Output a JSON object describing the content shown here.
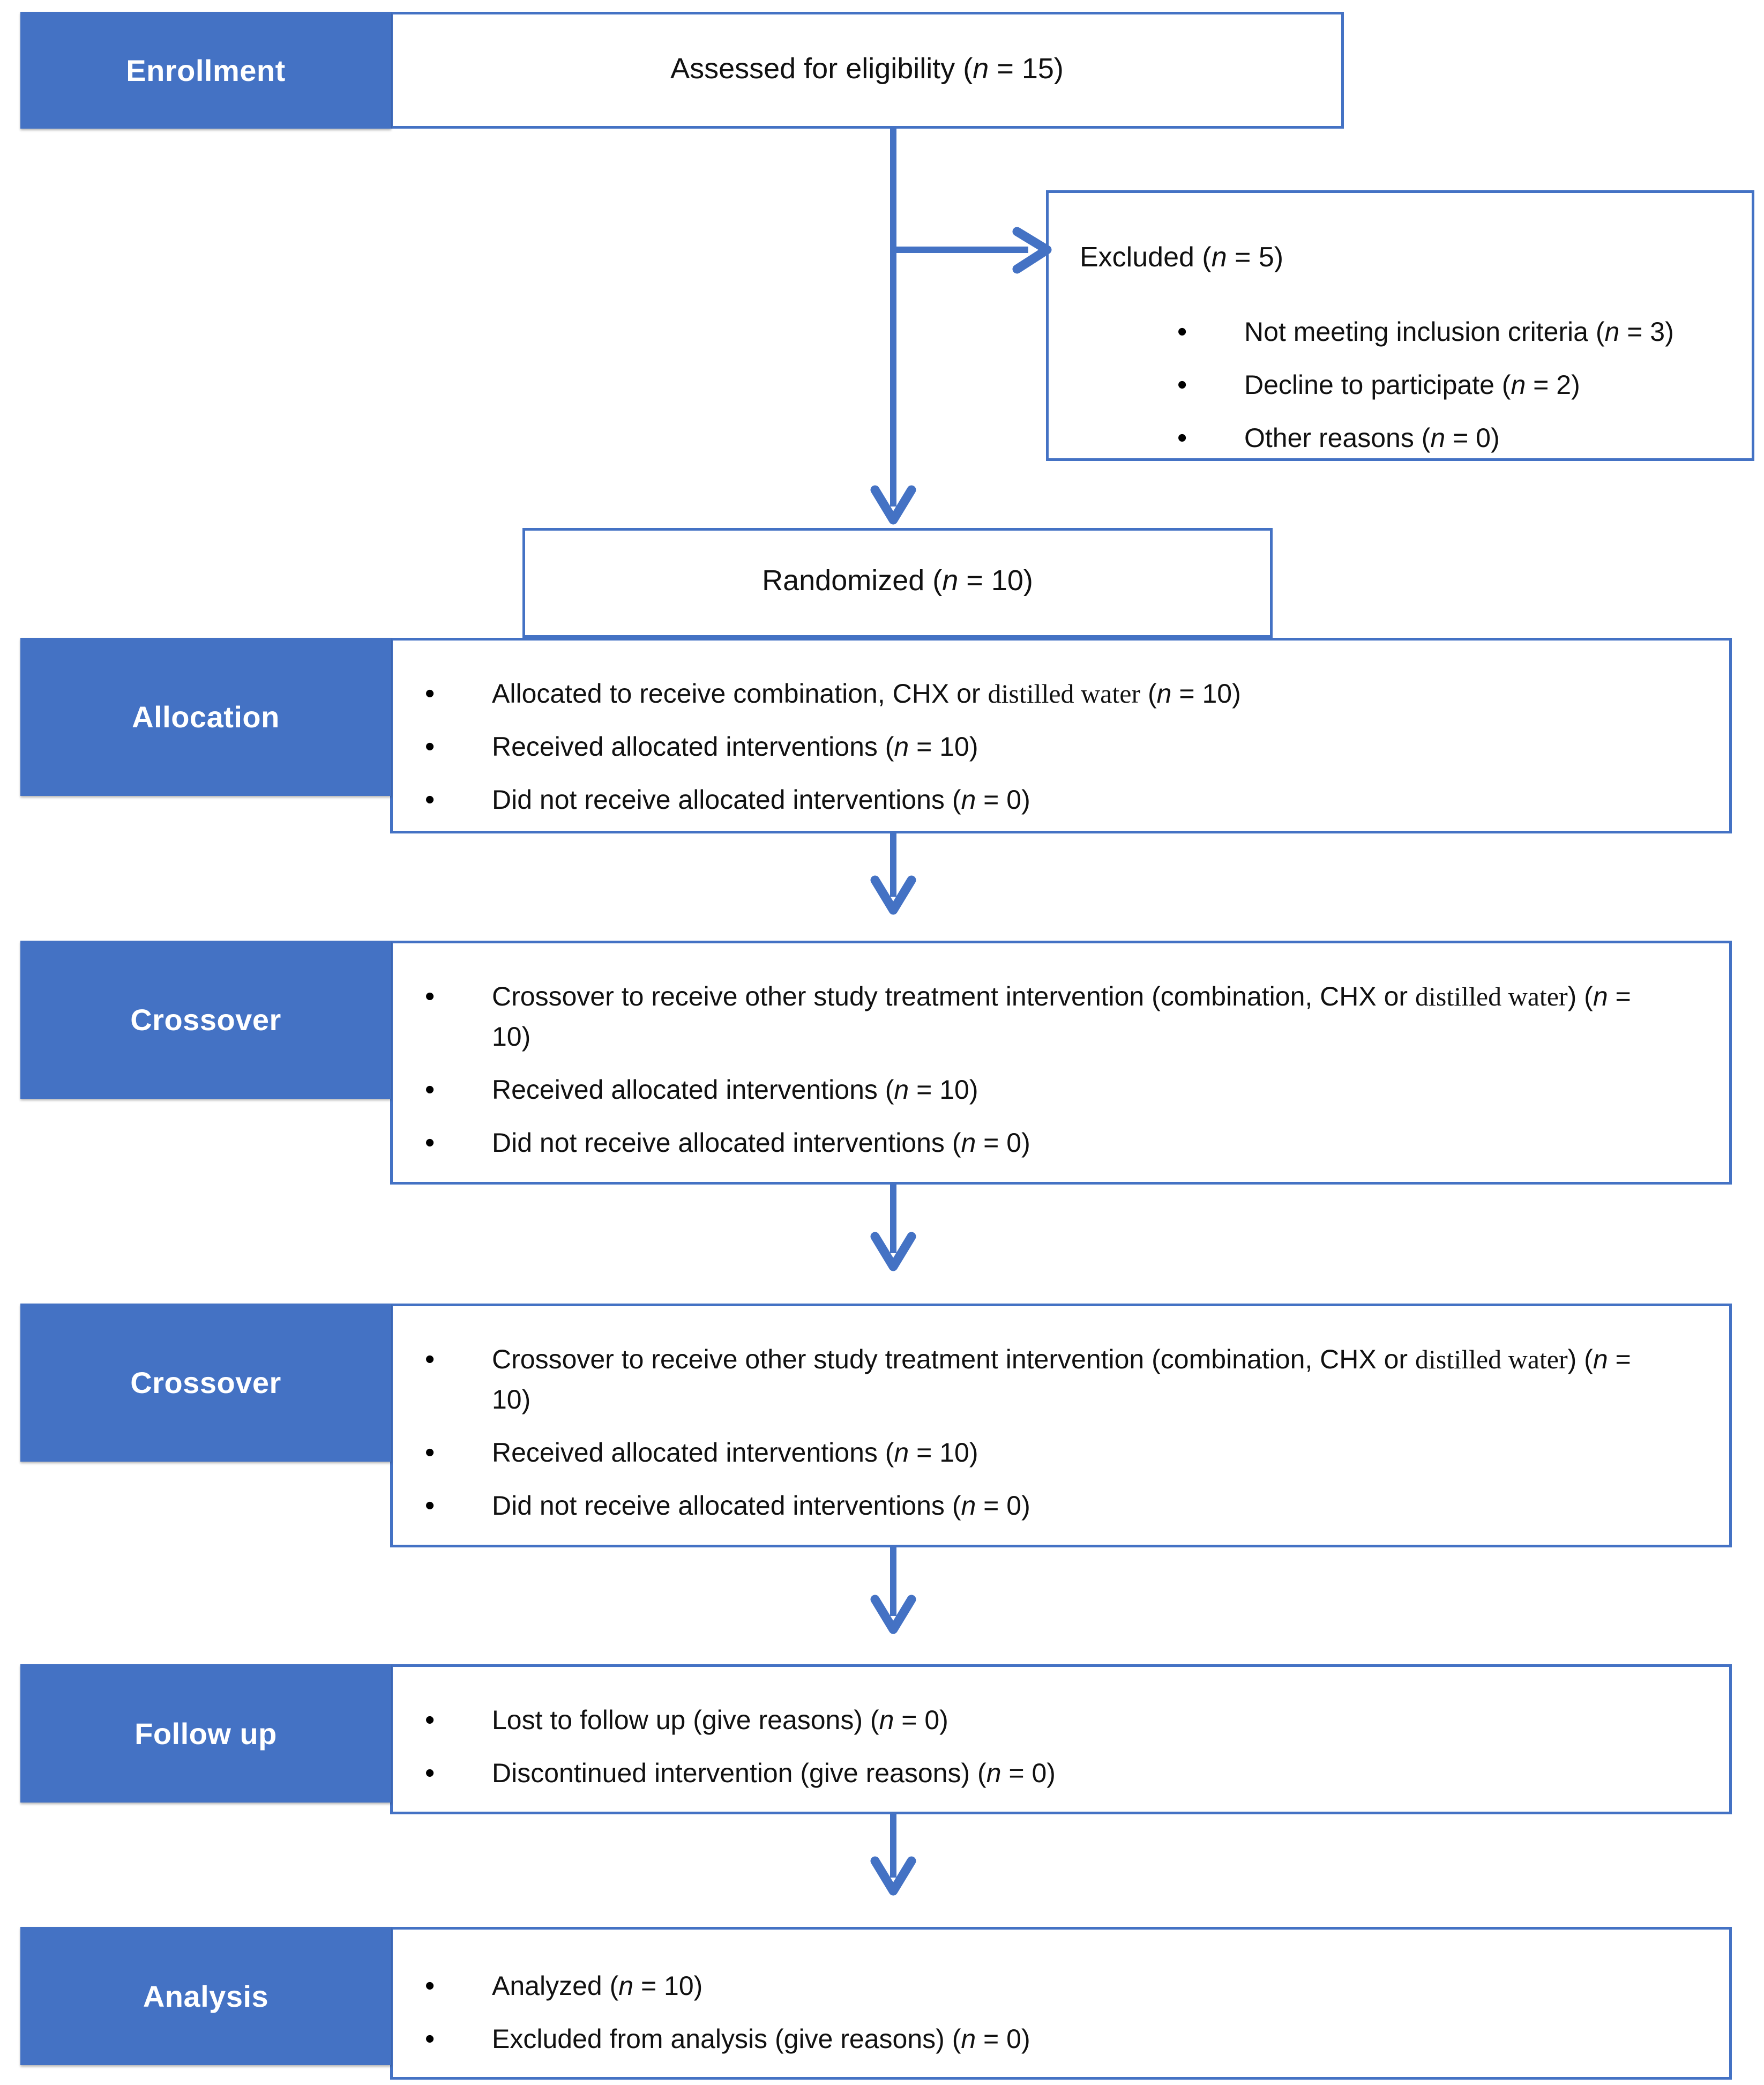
{
  "diagram": {
    "title": "CONSORT participant flow diagram",
    "accent_color": "#4472C4",
    "text_color": "#111111"
  },
  "stages": {
    "enrollment": {
      "label": "Enrollment",
      "assessed": "Assessed for eligibility (n = 15)",
      "assessed_prefix": "Assessed for eligibility (",
      "assessed_n": "n",
      "assessed_suffix": " = 15)"
    },
    "excluded": {
      "heading_prefix": "Excluded (",
      "heading_n": "n",
      "heading_suffix": " = 5)",
      "items": [
        {
          "text_prefix": "Not meeting inclusion criteria (",
          "n": "n",
          "text_suffix": " = 3)"
        },
        {
          "text_prefix": "Decline to participate (",
          "n": "n",
          "text_suffix": " = 2)"
        },
        {
          "text_prefix": "Other reasons (",
          "n": "n",
          "text_suffix": " = 0)"
        }
      ]
    },
    "randomized": {
      "prefix": "Randomized (",
      "n": "n",
      "suffix": " = 10)"
    },
    "allocation": {
      "label": "Allocation",
      "items": [
        {
          "pre": "Allocated to receive combination, CHX or ",
          "serif": "distilled water",
          "post": " (",
          "n": "n",
          "tail": " = 10)"
        },
        {
          "pre": "Received allocated interventions (",
          "serif": "",
          "post": "",
          "n": "n",
          "tail": " = 10)"
        },
        {
          "pre": "Did not receive allocated interventions (",
          "serif": "",
          "post": "",
          "n": "n",
          "tail": " = 0)"
        }
      ]
    },
    "crossover_1": {
      "label": "Crossover",
      "items": [
        {
          "pre": "Crossover to receive other study treatment intervention (combination, CHX or ",
          "serif": "distilled water",
          "post": ") (",
          "n": "n",
          "tail": " = 10)"
        },
        {
          "pre": "Received allocated interventions (",
          "serif": "",
          "post": "",
          "n": "n",
          "tail": " = 10)"
        },
        {
          "pre": "Did not receive allocated interventions (",
          "serif": "",
          "post": "",
          "n": "n",
          "tail": " = 0)"
        }
      ]
    },
    "crossover_2": {
      "label": "Crossover",
      "items": [
        {
          "pre": "Crossover to receive other study treatment intervention (combination, CHX or ",
          "serif": "distilled water",
          "post": ") (",
          "n": "n",
          "tail": " = 10)"
        },
        {
          "pre": "Received allocated interventions (",
          "serif": "",
          "post": "",
          "n": "n",
          "tail": " = 10)"
        },
        {
          "pre": "Did not receive allocated interventions (",
          "serif": "",
          "post": "",
          "n": "n",
          "tail": " = 0)"
        }
      ]
    },
    "follow_up": {
      "label": "Follow up",
      "items": [
        {
          "pre": "Lost to follow up (give reasons) (",
          "serif": "",
          "post": "",
          "n": "n",
          "tail": " = 0)"
        },
        {
          "pre": "Discontinued intervention (give reasons) (",
          "serif": "",
          "post": "",
          "n": "n",
          "tail": " = 0)"
        }
      ]
    },
    "analysis": {
      "label": "Analysis",
      "items": [
        {
          "pre": "Analyzed (",
          "serif": "",
          "post": "",
          "n": "n",
          "tail": " = 10)"
        },
        {
          "pre": "Excluded from analysis (give reasons) (",
          "serif": "",
          "post": "",
          "n": "n",
          "tail": " = 0)"
        }
      ]
    }
  },
  "connectors": {
    "enrollment_to_excluded": "arrow-right",
    "enrollment_to_randomized": "arrow-down",
    "allocation_to_crossover1": "arrow-down",
    "crossover1_to_crossover2": "arrow-down",
    "crossover2_to_followup": "arrow-down",
    "followup_to_analysis": "arrow-down"
  }
}
